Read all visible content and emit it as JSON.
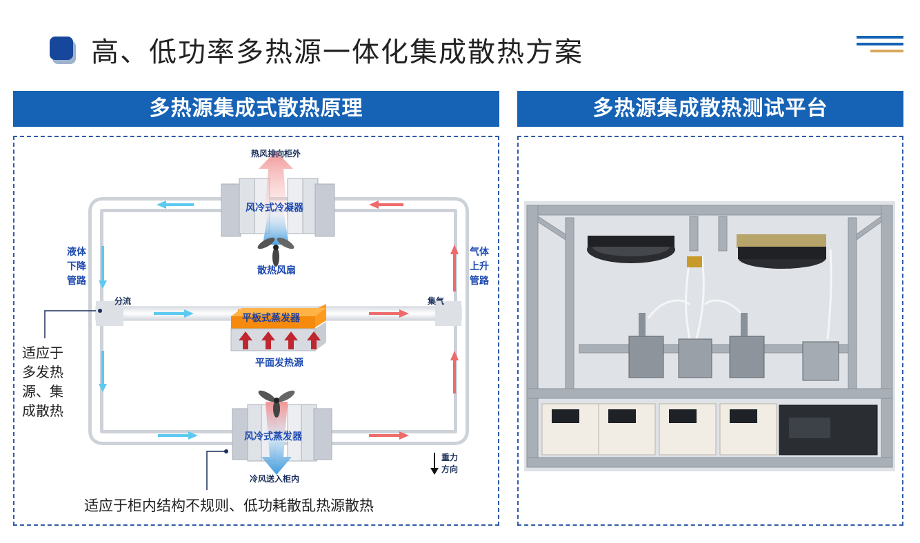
{
  "page_title": "高、低功率多热源一体化集成散热方案",
  "left_panel": {
    "header": "多热源集成式散热原理",
    "labels": {
      "hot_air_out": "热风排向柜外",
      "air_condenser": "风冷式冷凝器",
      "cooling_fan": "散热风扇",
      "liquid_down": "液体\n下降\n管路",
      "gas_up": "气体\n上升\n管路",
      "split": "分流",
      "collect": "集气",
      "flat_evaporator": "平板式蒸发器",
      "planar_heat_source": "平面发热源",
      "air_evaporator": "风冷式蒸发器",
      "cold_air_in": "冷风送入柜内",
      "gravity": "重力\n方向",
      "note_left": "适应于\n多发热\n源、集\n成散热",
      "note_bottom": "适应于柜内结构不规则、低功耗散乱热源散热"
    }
  },
  "right_panel": {
    "header": "多热源集成散热测试平台"
  },
  "colors": {
    "header_blue": "#1662b4",
    "title_icon": "#16479a",
    "label_blue": "#1d49b0",
    "flow_cyan": "#5cc9f0",
    "flow_red": "#ef6a6a",
    "evaporator_orange": "#ff9a1f",
    "deco_gold": "#d8a85a"
  },
  "icons": [
    "title-square-icon",
    "decorative-lines-icon",
    "gravity-arrow-icon"
  ]
}
